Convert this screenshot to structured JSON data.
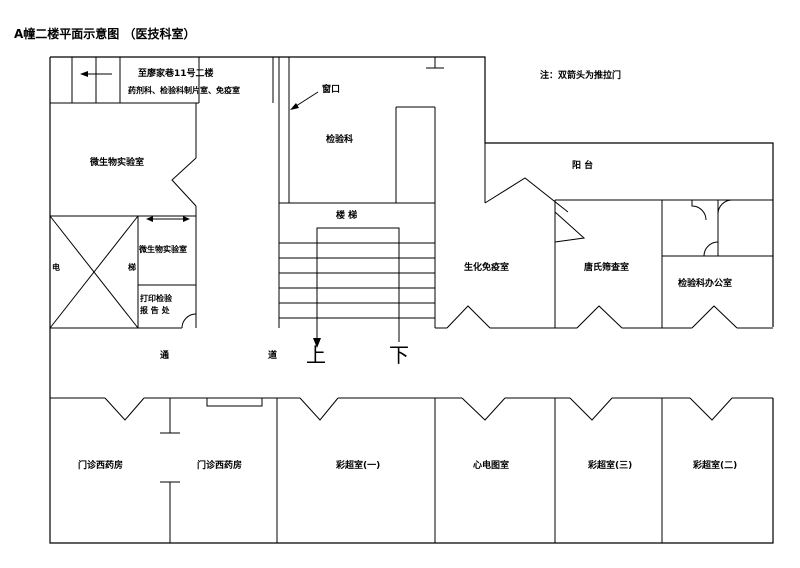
{
  "title": "A幢二楼平面示意图 （医技科室）",
  "note": "注：双箭头为推拉门",
  "labels": {
    "to_stairs": "至廖家巷11号二楼",
    "to_stairs_sub": "药剂科、检验科制片室、免疫室",
    "window": "窗口",
    "lab": "检验科",
    "balcony": "阳  台",
    "micro1": "微生物实验室",
    "stairs": "楼  梯",
    "micro2": "微生物实验室",
    "elevator_left": "电",
    "elevator_right": "梯",
    "print1": "打印检验",
    "print2": "报 告 处",
    "biochem": "生化免疫室",
    "tang": "唐氏筛查室",
    "office": "检验科办公室",
    "corridor1": "通",
    "corridor2": "道",
    "up": "上",
    "down": "下",
    "pharm1": "门诊西药房",
    "pharm2": "门诊西药房",
    "us1": "彩超室(一)",
    "ecg": "心电图室",
    "us3": "彩超室(三)",
    "us2": "彩超室(二)"
  }
}
